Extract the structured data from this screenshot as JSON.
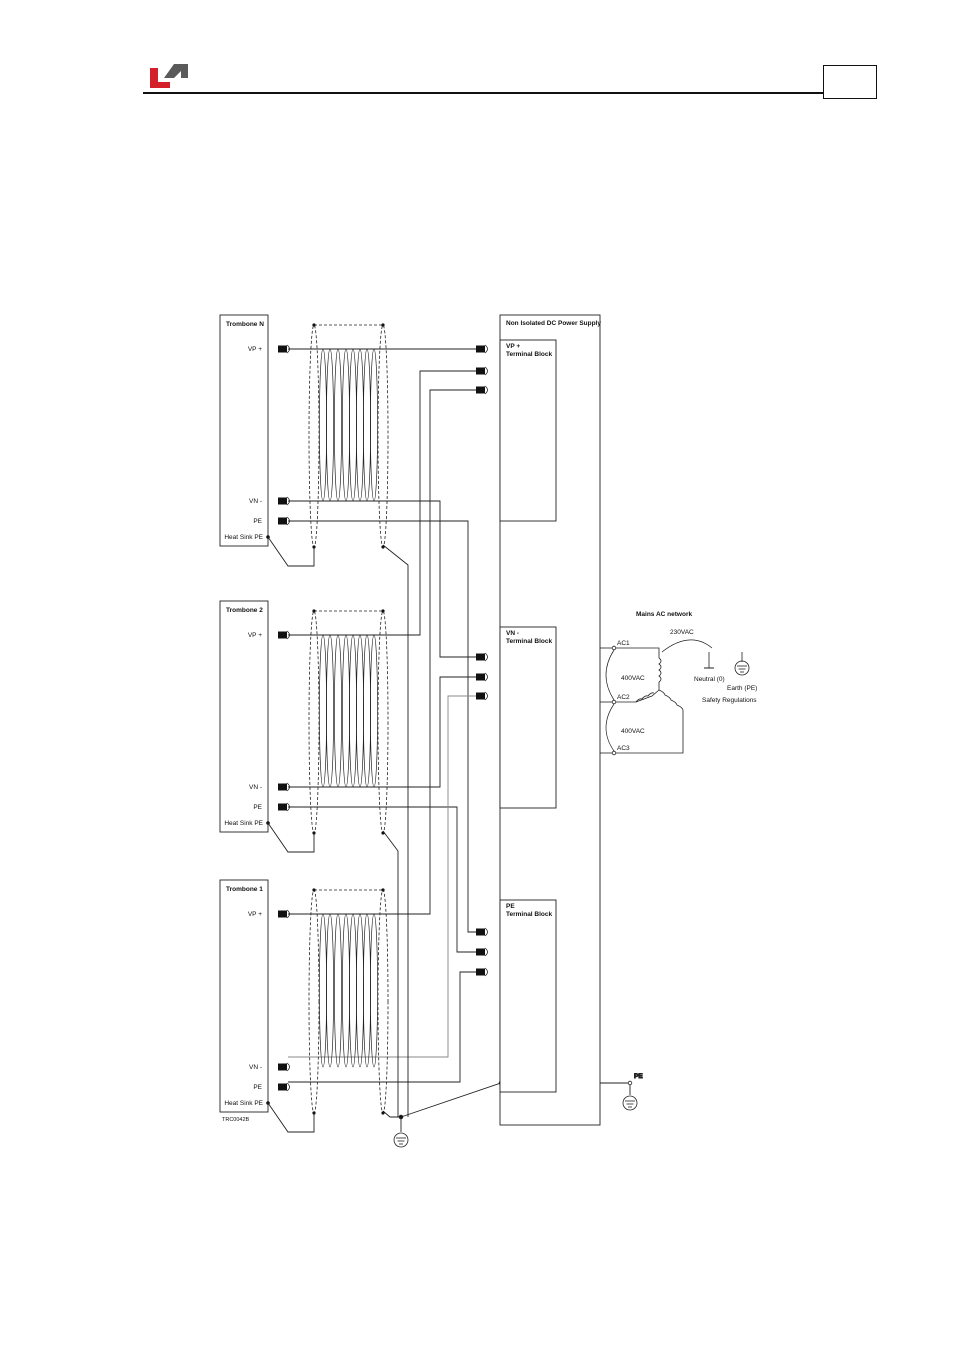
{
  "diagram": {
    "trombones": [
      {
        "name": "Trombone N",
        "vp": "VP +",
        "vn": "VN -",
        "pe": "PE",
        "heatsink": "Heat Sink PE"
      },
      {
        "name": "Trombone 2",
        "vp": "VP +",
        "vn": "VN -",
        "pe": "PE",
        "heatsink": "Heat Sink PE"
      },
      {
        "name": "Trombone 1",
        "vp": "VP +",
        "vn": "VN -",
        "pe": "PE",
        "heatsink": "Heat Sink PE"
      }
    ],
    "drawing_code": "TRC0042B",
    "power_supply": {
      "title": "Non Isolated DC Power Supply",
      "vp_block": {
        "line1": "VP +",
        "line2": "Terminal Block"
      },
      "vn_block": {
        "line1": "VN -",
        "line2": "Terminal Block"
      },
      "pe_block": {
        "line1": "PE",
        "line2": "Terminal Block"
      }
    },
    "mains": {
      "title": "Mains AC network",
      "ac1": "AC1",
      "ac2": "AC2",
      "ac3": "AC3",
      "v_line_1": "400VAC",
      "v_line_2": "400VAC",
      "v_phase": "230VAC",
      "neutral": "Neutral (0)",
      "earth": "Earth (PE)",
      "safety": "Safety Regulations"
    },
    "pe_label": "PE"
  }
}
